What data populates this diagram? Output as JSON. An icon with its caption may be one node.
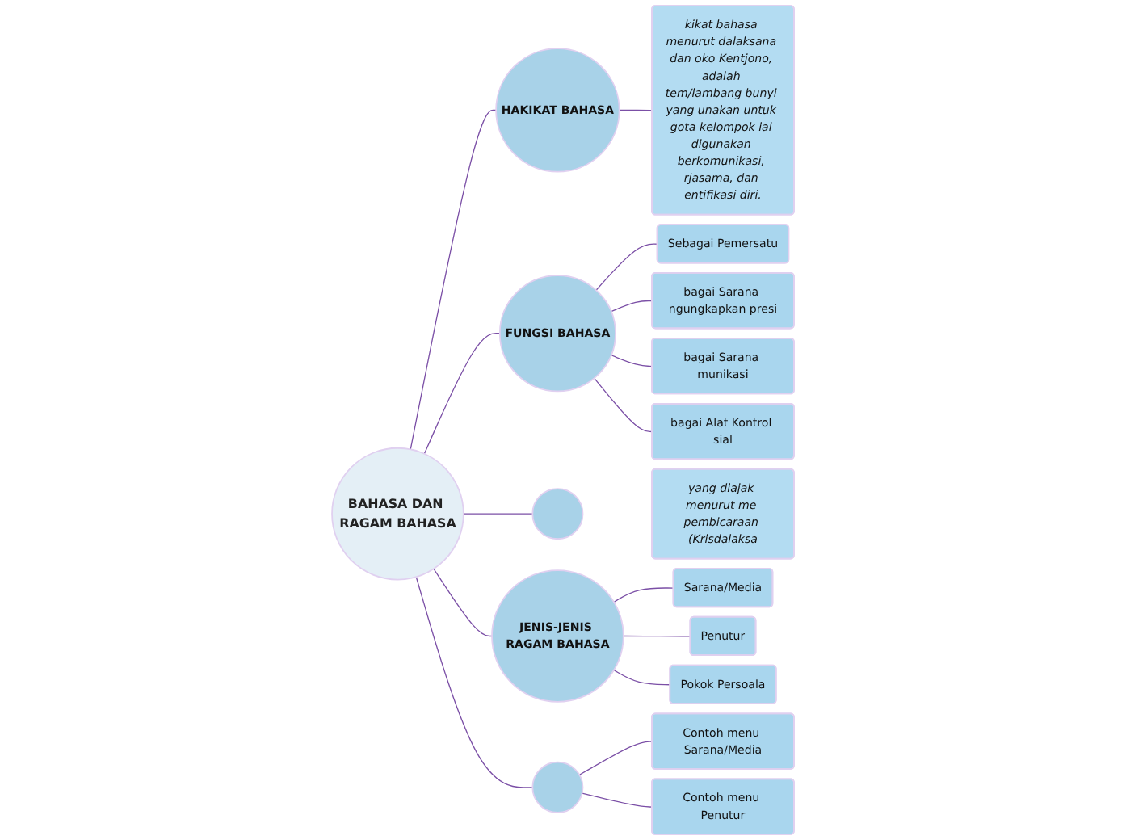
{
  "diagram": {
    "nodes": [
      {
        "text": [
          "BAHASA DAN RAGAM BAHASA"
        ]
      },
      {
        "text": [
          "HAKIKAT BAHASA"
        ]
      },
      {
        "text": [
          "kikat bahasa menurut dalaksana dan oko Kentjono, adalah tem/lambang bunyi yang unakan untuk gota kelompok ial digunakan berkomunikasi, rjasama, dan entifikasi diri."
        ]
      },
      {
        "text": [
          "FUNGSI BAHASA"
        ]
      },
      {
        "text": [
          "Sebagai Pemersatu"
        ]
      },
      {
        "text": [
          "bagai Sarana ngungkapkan presi"
        ]
      },
      {
        "text": [
          "bagai Sarana munikasi"
        ]
      },
      {
        "text": [
          "bagai Alat Kontrol sial"
        ]
      },
      {
        "text": [],
        "shape": "circle"
      },
      {
        "text": [
          "yang diajak menurut me pembicaraan (Krisdalaksa"
        ]
      },
      {
        "text": [
          "JENIS-JENIS RAGAM BAHASA"
        ]
      },
      {
        "text": [
          "Sarana/Media"
        ]
      },
      {
        "text": [
          "Penutur"
        ]
      },
      {
        "text": [
          "Pokok Persoala"
        ]
      },
      {
        "text": [],
        "shape": "circle"
      },
      {
        "text": [
          "Contoh menu Sarana/Media"
        ]
      },
      {
        "text": [
          "Contoh menu Penutur"
        ]
      }
    ],
    "edges": [
      {
        "from": 0,
        "to": 1,
        "arrow": "none"
      },
      {
        "from": 1,
        "to": 2,
        "arrow": "none"
      },
      {
        "from": 0,
        "to": 3,
        "arrow": "none"
      },
      {
        "from": 3,
        "to": 4,
        "arrow": "none"
      },
      {
        "from": 3,
        "to": 5,
        "arrow": "none"
      },
      {
        "from": 3,
        "to": 6,
        "arrow": "none"
      },
      {
        "from": 3,
        "to": 7,
        "arrow": "none"
      },
      {
        "from": 0,
        "to": 8,
        "arrow": "none"
      },
      {
        "from": 0,
        "to": 10,
        "arrow": "none"
      },
      {
        "from": 10,
        "to": 11,
        "arrow": "none"
      },
      {
        "from": 10,
        "to": 12,
        "arrow": "none"
      },
      {
        "from": 10,
        "to": 13,
        "arrow": "none"
      },
      {
        "from": 0,
        "to": 14,
        "arrow": "none"
      },
      {
        "from": 14,
        "to": 15,
        "arrow": "none"
      },
      {
        "from": 14,
        "to": 16,
        "arrow": "none"
      }
    ]
  }
}
